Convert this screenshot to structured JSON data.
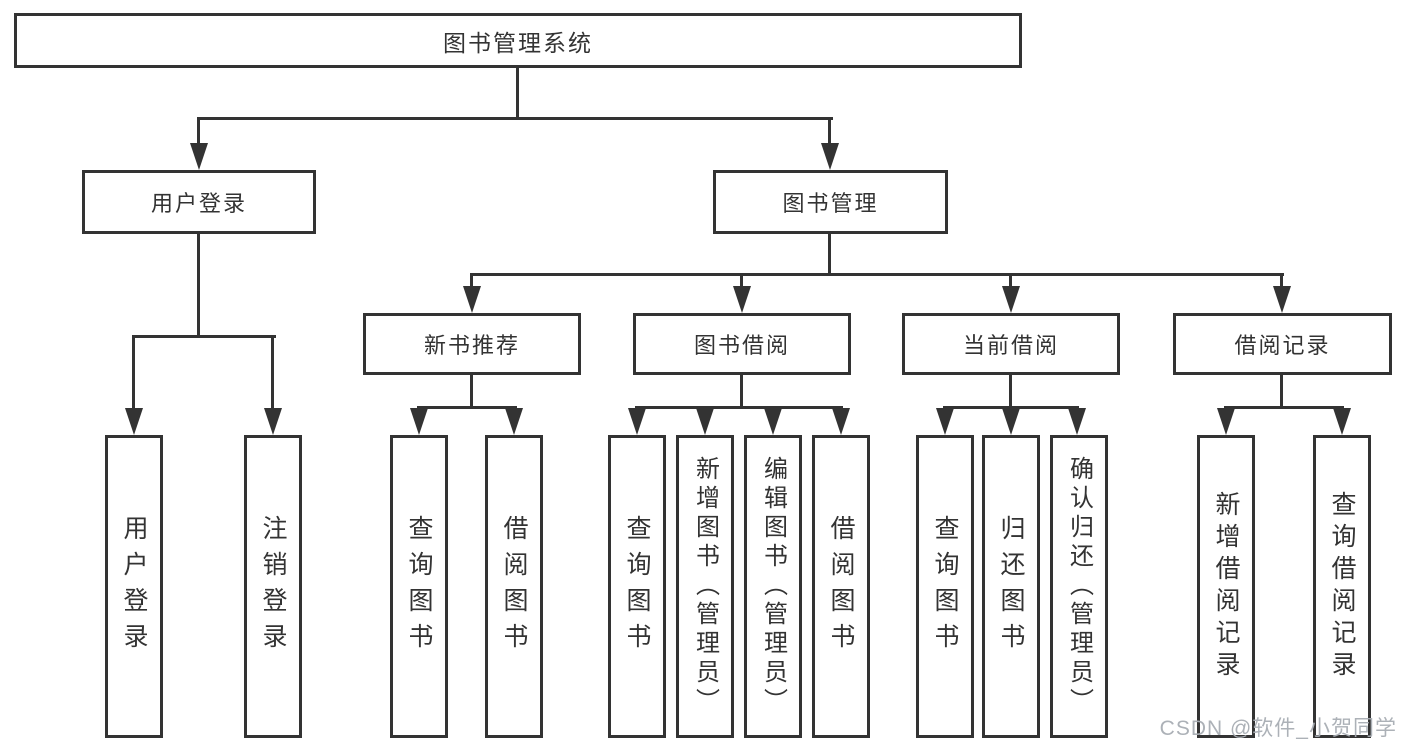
{
  "title": "图书管理系统",
  "level2": {
    "user_login": "用户登录",
    "book_mgmt": "图书管理"
  },
  "level3": {
    "new_books": "新书推荐",
    "book_borrow": "图书借阅",
    "current_borrow": "当前借阅",
    "borrow_records": "借阅记录"
  },
  "leaves": {
    "user_login": "用户登录",
    "logout": "注销登录",
    "nb_query_books": "查询图书",
    "nb_borrow_books": "借阅图书",
    "bb_query_books": "查询图书",
    "bb_add_books_admin": "新增图书（管理员）",
    "bb_edit_books_admin": "编辑图书（管理员）",
    "bb_borrow_books": "借阅图书",
    "cb_query_books": "查询图书",
    "cb_return_books": "归还图书",
    "cb_confirm_return_admin": "确认归还（管理员）",
    "br_add_record": "新增借阅记录",
    "br_query_record": "查询借阅记录"
  },
  "watermark": "CSDN @软件_小贺同学",
  "colors": {
    "line": "#333333",
    "text": "#333333",
    "watermark": "#a8adb3",
    "background": "#ffffff"
  }
}
